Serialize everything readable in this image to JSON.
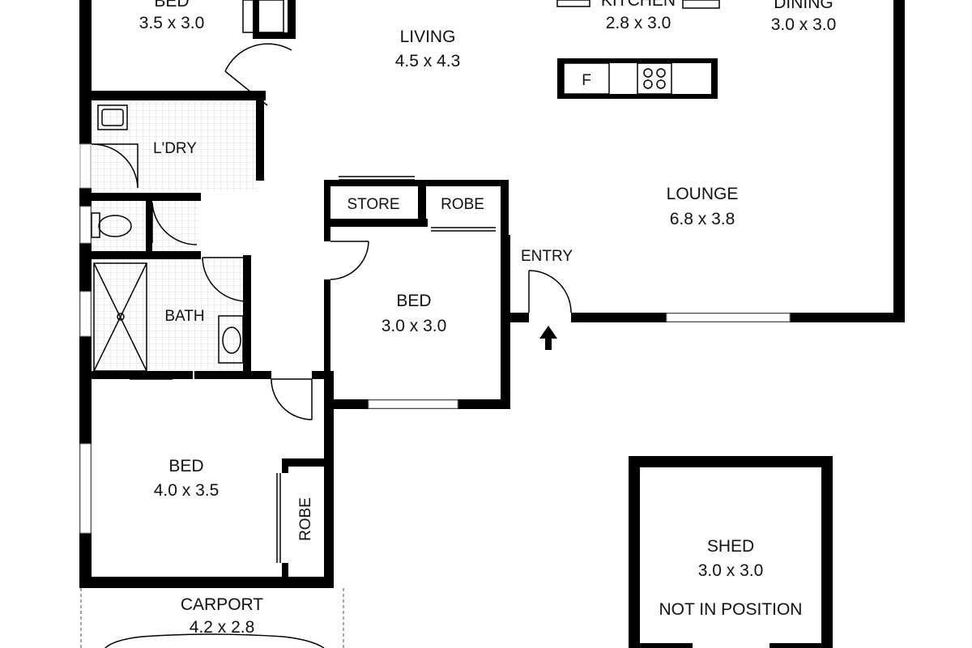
{
  "rooms": {
    "bed_top": {
      "name": "BED",
      "dim": "3.5 x 3.0"
    },
    "living": {
      "name": "LIVING",
      "dim": "4.5 x 4.3"
    },
    "kitchen": {
      "name": "KITCHEN",
      "dim": "2.8 x 3.0"
    },
    "dining": {
      "name": "DINING",
      "dim": "3.0 x 3.0"
    },
    "laundry": {
      "name": "L'DRY"
    },
    "store": {
      "name": "STORE"
    },
    "robe_mid": {
      "name": "ROBE"
    },
    "lounge": {
      "name": "LOUNGE",
      "dim": "6.8 x 3.8"
    },
    "entry": {
      "name": "ENTRY"
    },
    "bath": {
      "name": "BATH"
    },
    "bed_mid": {
      "name": "BED",
      "dim": "3.0 x 3.0"
    },
    "bed_bottom": {
      "name": "BED",
      "dim": "4.0 x 3.5"
    },
    "robe_bottom": {
      "name": "ROBE"
    },
    "carport": {
      "name": "CARPORT",
      "dim": "4.2 x 2.8"
    },
    "shed": {
      "name": "SHED",
      "dim": "3.0 x 3.0",
      "note": "NOT IN POSITION"
    }
  },
  "fixtures": {
    "fridge_label": "F"
  },
  "colors": {
    "wall": "#000000",
    "tile_grid": "#d8d8d8",
    "window": "#9a9a9a"
  }
}
